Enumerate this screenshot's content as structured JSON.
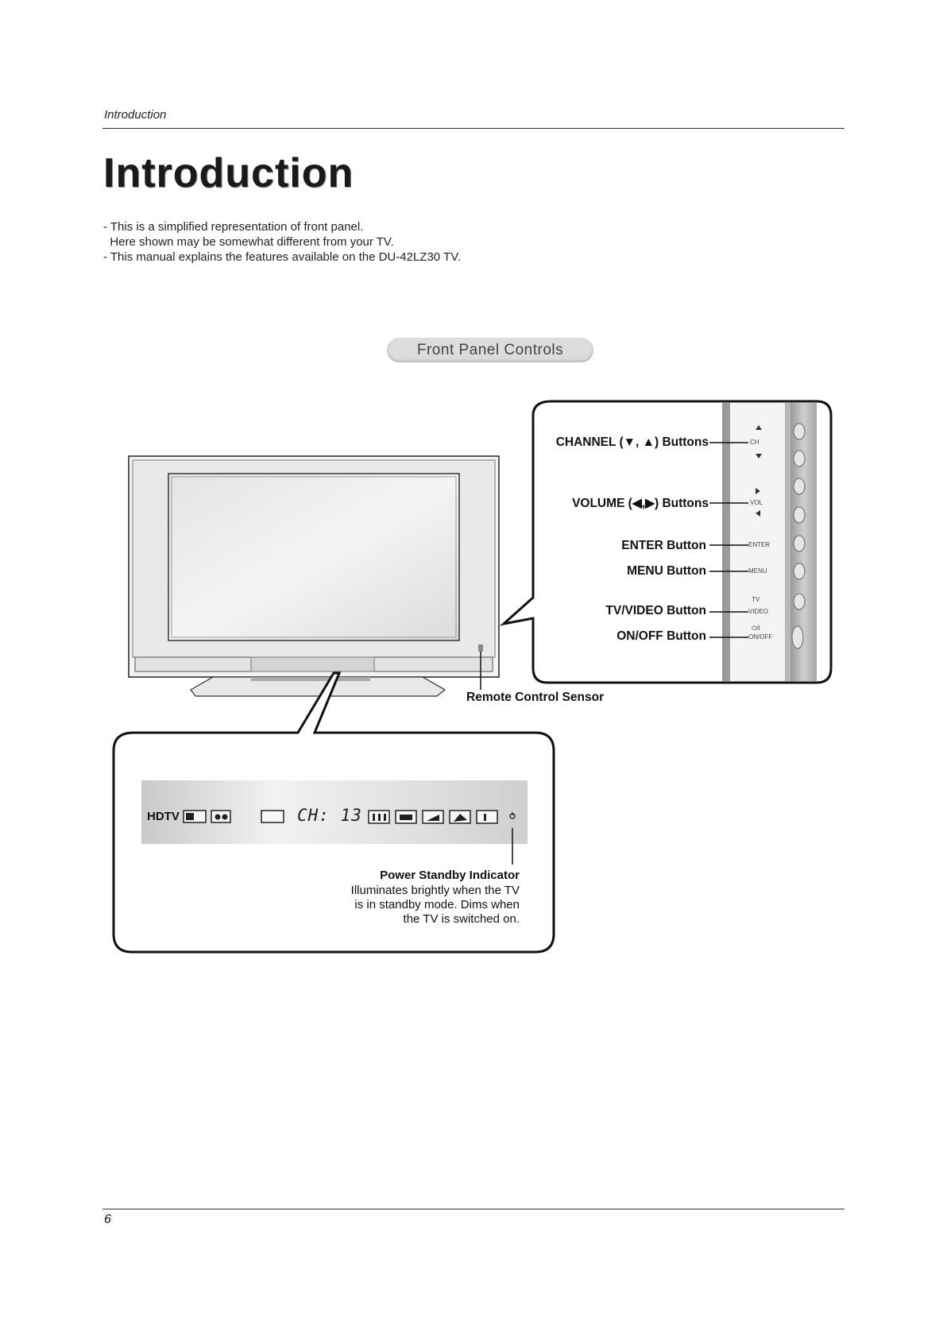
{
  "header": {
    "section": "Introduction"
  },
  "title": "Introduction",
  "intro": {
    "lines": [
      "- This is a simplified representation of front panel.",
      "  Here shown may be somewhat different from your TV.",
      "- This manual explains the features available on the DU-42LZ30 TV."
    ]
  },
  "section_label": "Front Panel Controls",
  "side_panel": {
    "labels": {
      "channel": "CHANNEL (▼, ▲) Buttons",
      "volume": "VOLUME (◀,▶) Buttons",
      "enter": "ENTER Button",
      "menu": "MENU Button",
      "tv_video": "TV/VIDEO Button",
      "on_off": "ON/OFF Button"
    },
    "button_marks": {
      "ch": "CH",
      "vol": "VOL",
      "enter": "ENTER",
      "menu": "MENU",
      "tv": "TV",
      "video": "VIDEO",
      "on": "⏻/I",
      "onoff": "ON/OFF"
    }
  },
  "remote_sensor_label": "Remote Control Sensor",
  "indicator_panel": {
    "hdtv": "HDTV",
    "channel_display": "CH: 13",
    "power_label": "Power Standby Indicator",
    "power_desc": [
      "Illuminates brightly when the TV",
      "is in standby mode. Dims when",
      "the TV is switched on."
    ]
  },
  "footer": {
    "page_number": "6"
  }
}
